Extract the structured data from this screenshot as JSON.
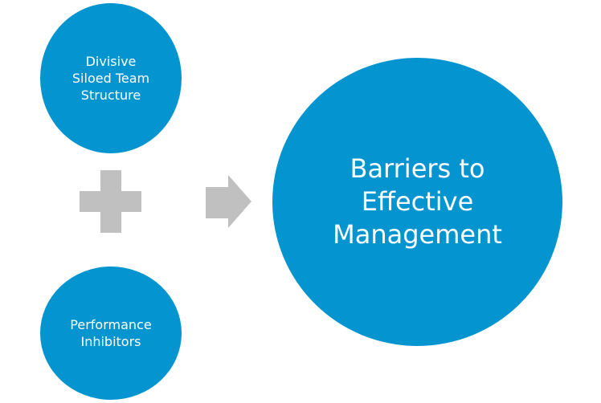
{
  "diagram": {
    "inputs": [
      {
        "lines": [
          "Divisive",
          "Siloed Team",
          "Structure"
        ]
      },
      {
        "lines": [
          "Performance",
          "Inhibitors"
        ]
      }
    ],
    "operator_icon": "plus-icon",
    "connector_icon": "arrow-right-icon",
    "result": {
      "lines": [
        "Barriers to",
        "Effective",
        "Management"
      ]
    }
  },
  "colors": {
    "circle_fill": "#0494D0",
    "circle_text": "#FFFFFF",
    "symbol_fill": "#C0C0C0",
    "background": "#FFFFFF"
  }
}
